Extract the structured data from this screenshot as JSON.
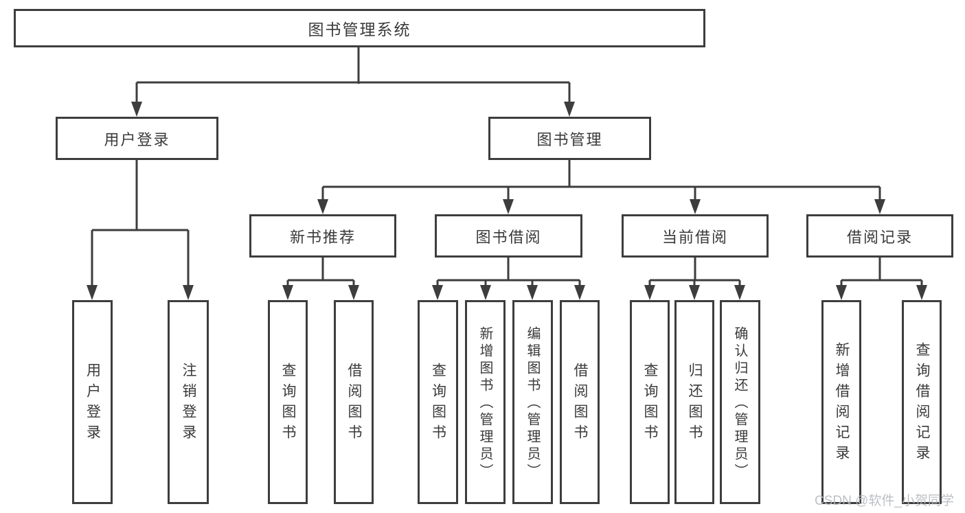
{
  "diagram": {
    "root_label": "图书管理系统",
    "branches": {
      "user_login": {
        "label": "用户登录",
        "children": {
          "login": "用户登录",
          "logout": "注销登录"
        }
      },
      "book_mgmt": {
        "label": "图书管理",
        "sections": {
          "new_books": {
            "label": "新书推荐",
            "children": {
              "query": "查询图书",
              "borrow": "借阅图书"
            }
          },
          "book_borrow": {
            "label": "图书借阅",
            "children": {
              "query": "查询图书",
              "add": "新增图书（管理员）",
              "edit": "编辑图书（管理员）",
              "borrow": "借阅图书"
            }
          },
          "current_borrow": {
            "label": "当前借阅",
            "children": {
              "query": "查询图书",
              "return": "归还图书",
              "confirm_return": "确认归还（管理员）"
            }
          },
          "borrow_records": {
            "label": "借阅记录",
            "children": {
              "add_record": "新增借阅记录",
              "query_record": "查询借阅记录"
            }
          }
        }
      }
    },
    "watermark": "CSDN @软件_小贺同学",
    "colors": {
      "line": "#3d3d3d",
      "text": "#3a3a3a",
      "background": "#ffffff",
      "watermark": "#b5b9be"
    }
  }
}
